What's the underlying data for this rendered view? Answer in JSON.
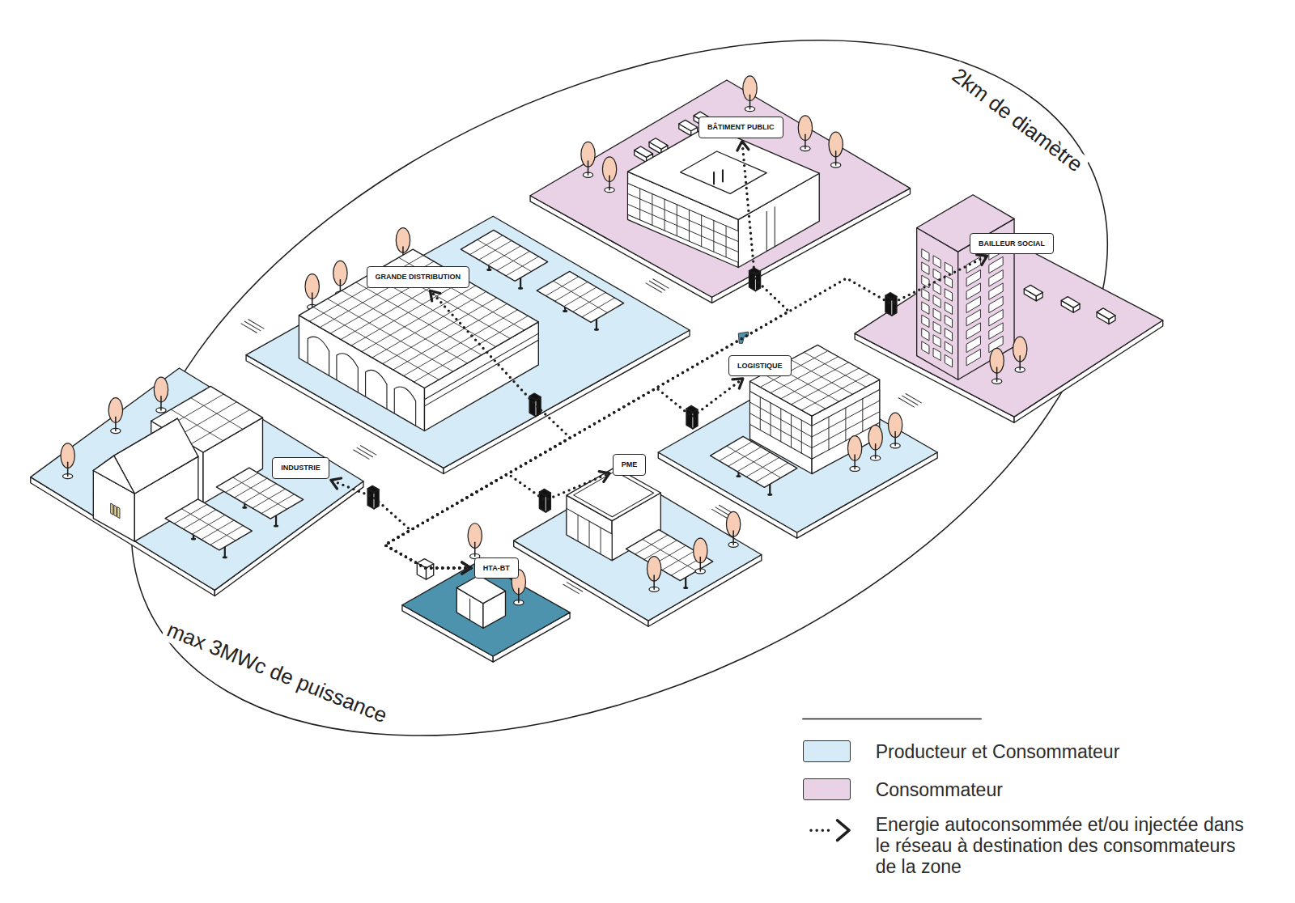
{
  "diagram": {
    "nodes": [
      {
        "text": [
          "BÂTIMENT PUBLIC"
        ]
      },
      {
        "text": [
          "BAILLEUR SOCIAL"
        ]
      },
      {
        "text": [
          "GRANDE DISTRIBUTION"
        ]
      },
      {
        "text": [
          "LOGISTIQUE"
        ]
      },
      {
        "text": [
          "INDUSTRIE"
        ]
      },
      {
        "text": [
          "PME"
        ]
      },
      {
        "text": [
          "HTA-BT"
        ]
      }
    ],
    "edges": [
      {
        "from": 6,
        "to": 0,
        "arrow": "both"
      },
      {
        "from": 6,
        "to": 1,
        "arrow": "to"
      },
      {
        "from": 6,
        "to": 2,
        "arrow": "both"
      },
      {
        "from": 6,
        "to": 3,
        "arrow": "both"
      },
      {
        "from": 6,
        "to": 4,
        "arrow": "both"
      },
      {
        "from": 6,
        "to": 5,
        "arrow": "to"
      }
    ],
    "labels": [
      "2km de diamètre",
      "max 3MWc de puissance"
    ],
    "legend": [
      {
        "text": "Producteur et Consommateur",
        "color": "#d5ebf8"
      },
      {
        "text": "Consommateur",
        "color": "#ead2e6"
      },
      {
        "text": "Energie autoconsommée et/ou injectée dans le réseau à destination des consommateurs de la zone"
      }
    ]
  }
}
